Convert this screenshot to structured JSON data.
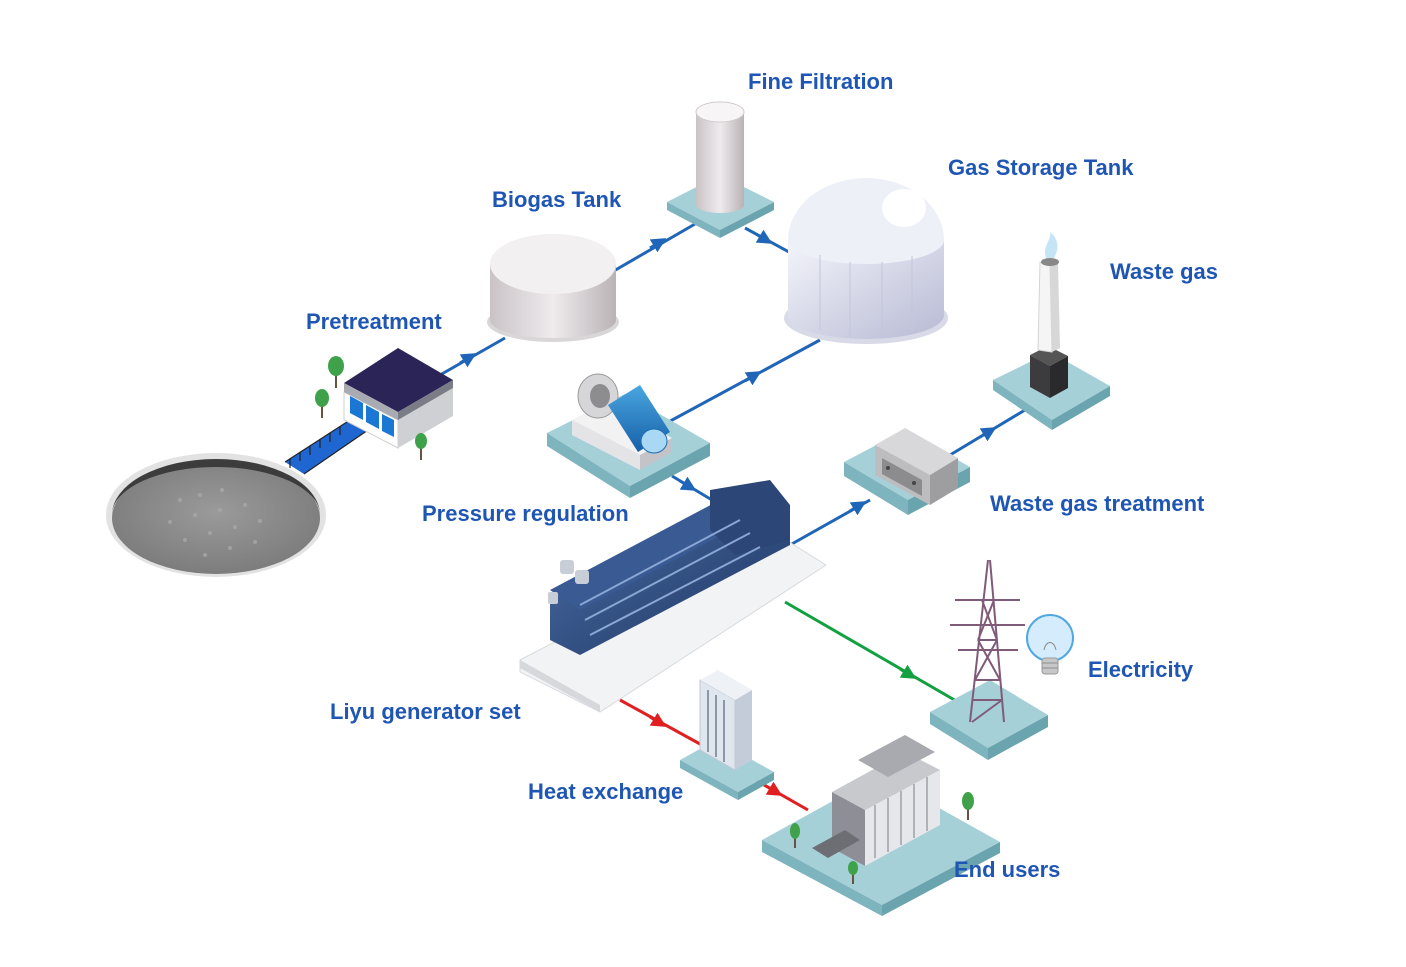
{
  "colors": {
    "gas_flow": "#1f66b8",
    "electricity_flow": "#12a040",
    "heat_flow": "#e02020",
    "label": "#1f56b4",
    "platform_top": "#a6d0d8",
    "platform_side": "#7eb4be"
  },
  "labels": {
    "fine_filtration": "Fine Filtration",
    "gas_storage_tank": "Gas Storage Tank",
    "biogas_tank": "Biogas Tank",
    "waste_gas": "Waste gas",
    "pretreatment": "Pretreatment",
    "pressure_regulation": "Pressure regulation",
    "waste_gas_treatment": "Waste gas treatment",
    "electricity": "Electricity",
    "liyu_generator_set": "Liyu generator set",
    "heat_exchange": "Heat exchange",
    "end_users": "End users"
  },
  "icons": [
    "digester-pool-icon",
    "pretreatment-building-icon",
    "biogas-tank-icon",
    "filter-column-icon",
    "gas-dome-icon",
    "pressure-regulator-icon",
    "generator-engine-icon",
    "treatment-box-icon",
    "chimney-icon",
    "power-tower-icon",
    "light-bulb-icon",
    "heat-exchanger-icon",
    "office-building-icon"
  ]
}
